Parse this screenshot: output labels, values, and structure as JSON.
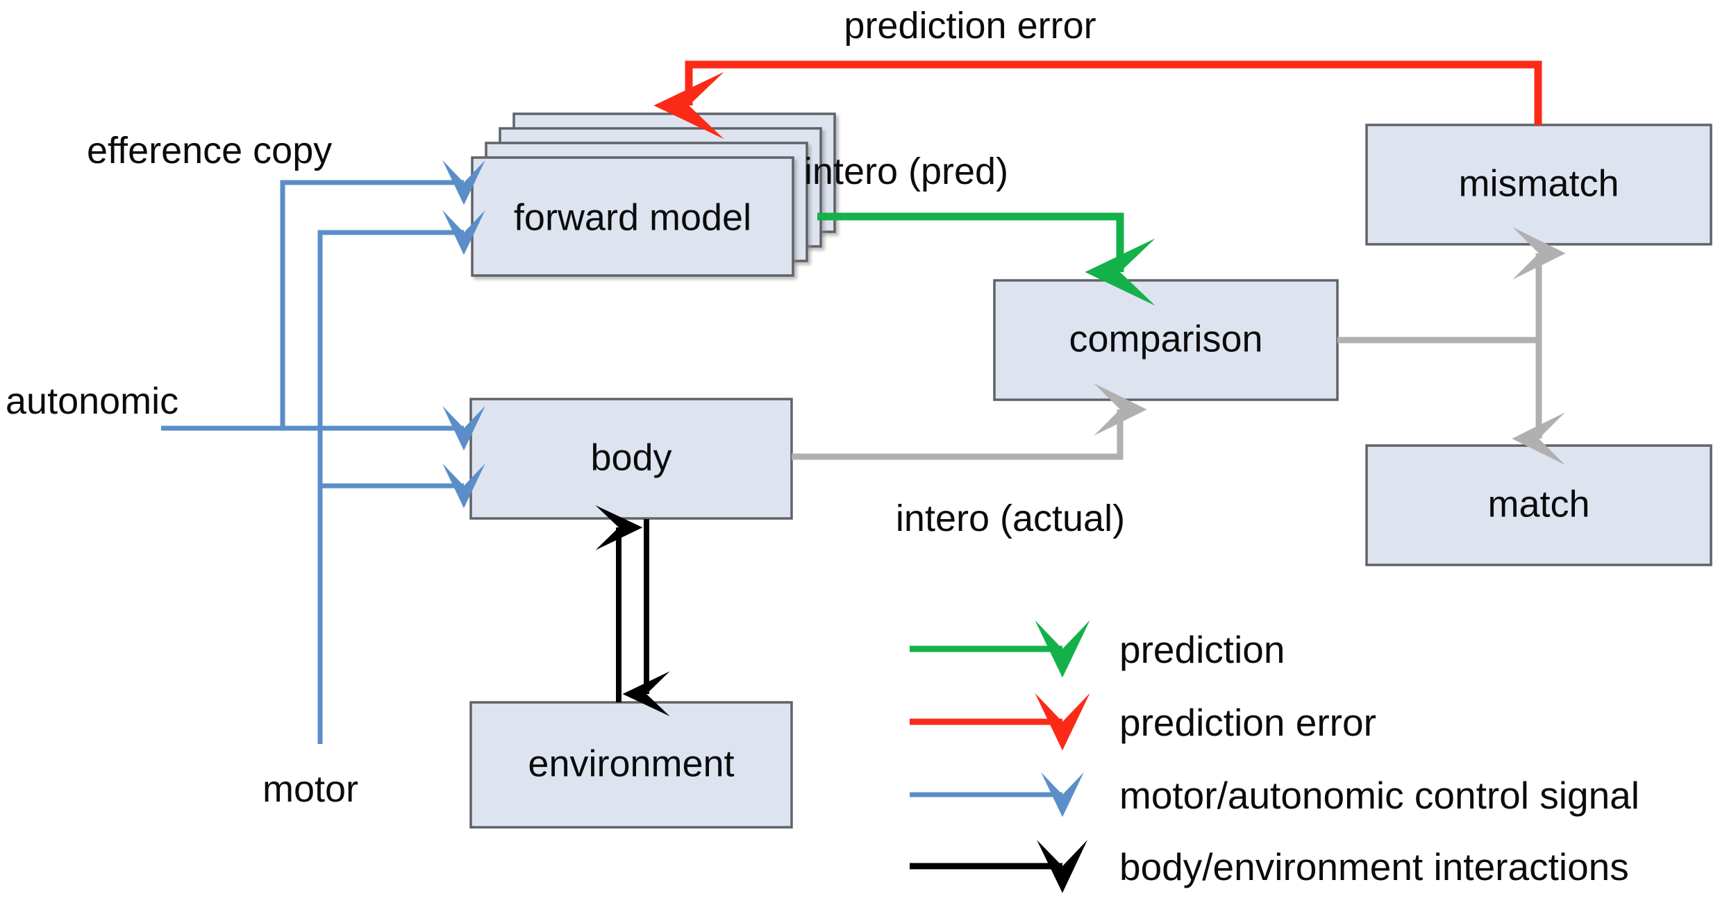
{
  "diagram": {
    "title": "predictive processing / forward model interoception diagram",
    "colors": {
      "box_fill": "#dde4f0",
      "box_stroke": "#5f6368",
      "prediction_green": "#14b14a",
      "prediction_error_red": "#fb2a17",
      "control_blue": "#5b8ec9",
      "interaction_black": "#000000",
      "neutral_gray": "#b0b0b0",
      "text": "#0b0b0b"
    },
    "nodes": [
      {
        "id": "forward_model",
        "label": "forward model"
      },
      {
        "id": "body",
        "label": "body"
      },
      {
        "id": "environment",
        "label": "environment"
      },
      {
        "id": "comparison",
        "label": "comparison"
      },
      {
        "id": "mismatch",
        "label": "mismatch"
      },
      {
        "id": "match",
        "label": "match"
      }
    ],
    "edge_labels": [
      {
        "id": "prediction_error",
        "text": "prediction error"
      },
      {
        "id": "efference_copy",
        "text": "efference copy"
      },
      {
        "id": "autonomic",
        "text": "autonomic"
      },
      {
        "id": "motor",
        "text": "motor"
      },
      {
        "id": "intero_pred",
        "text": "intero (pred)"
      },
      {
        "id": "intero_actual",
        "text": "intero (actual)"
      }
    ],
    "legend": [
      {
        "id": "legend-prediction",
        "label": "prediction",
        "color": "#14b14a"
      },
      {
        "id": "legend-prediction-error",
        "label": "prediction error",
        "color": "#fb2a17"
      },
      {
        "id": "legend-control-signal",
        "label": "motor/autonomic control signal",
        "color": "#5b8ec9"
      },
      {
        "id": "legend-interactions",
        "label": "body/environment interactions",
        "color": "#000000"
      }
    ]
  }
}
